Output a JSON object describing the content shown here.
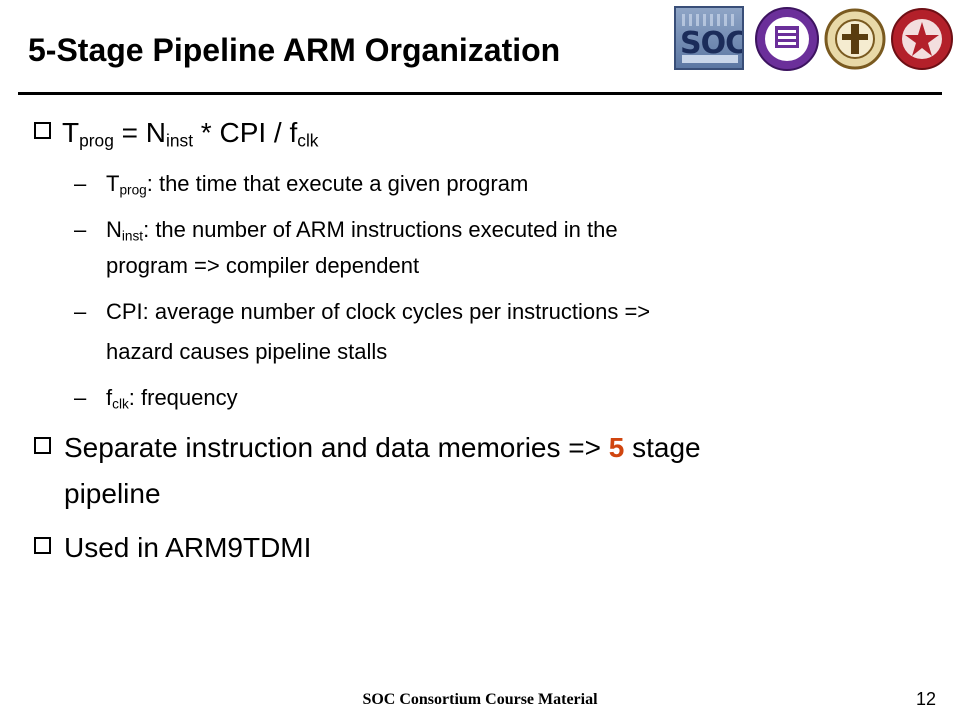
{
  "title": "5-Stage Pipeline ARM Organization",
  "bullets": {
    "b1": {
      "t": "T",
      "t_sub": "prog",
      "eq1": " = N",
      "n_sub": "inst",
      "eq2": " * CPI / f",
      "f_sub": "clk"
    },
    "s1": {
      "t": "T",
      "t_sub": "prog",
      "rest": ": the time that execute a given program"
    },
    "s2": {
      "n": "N",
      "n_sub": "inst",
      "rest1": ": the number of ARM instructions executed in the",
      "rest2": "program => compiler dependent"
    },
    "s3": {
      "line1": "CPI: average number of clock cycles per instructions =>",
      "line2": "hazard causes pipeline stalls"
    },
    "s4": {
      "f": "f",
      "f_sub": "clk",
      "rest": ": frequency"
    },
    "b2": {
      "pre": "Separate instruction and data memories => ",
      "num": "5",
      "post": " stage",
      "line2": "pipeline"
    },
    "b3": {
      "text": "Used in ARM9TDMI"
    }
  },
  "dash": "–",
  "footer": "SOC Consortium Course Material",
  "page_number": "12",
  "colors": {
    "highlight": "#d0450f",
    "text": "#000000",
    "rule": "#000000"
  },
  "logos": [
    "soc-logo",
    "university-seal-purple",
    "university-seal-gold",
    "university-seal-red"
  ]
}
